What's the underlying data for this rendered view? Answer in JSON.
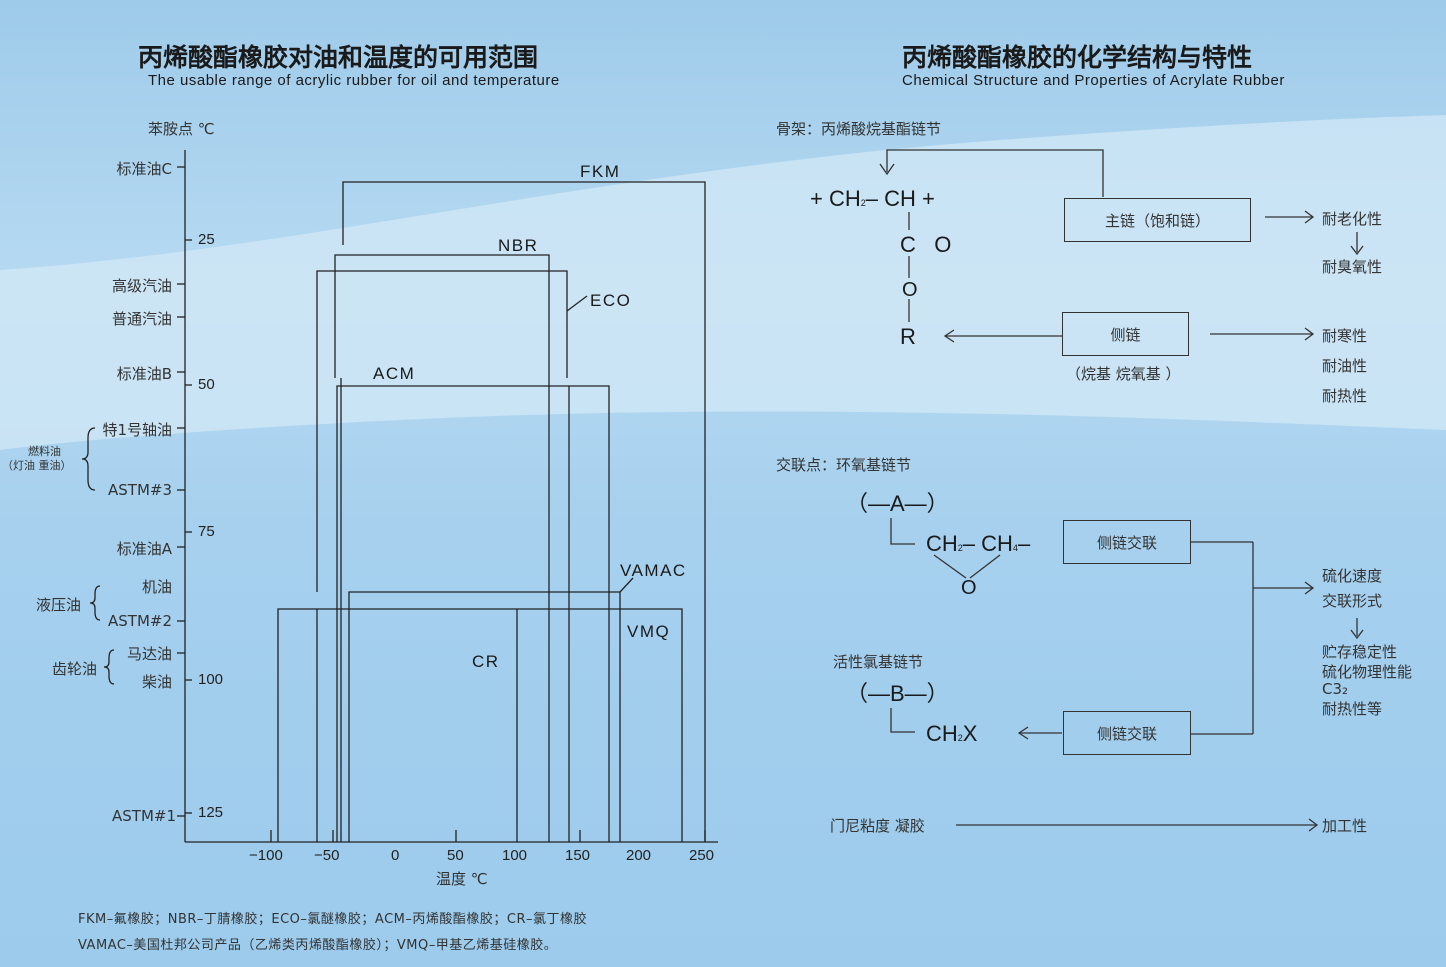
{
  "left_panel": {
    "title_cn": "丙烯酸酯橡胶对油和温度的可用范围",
    "title_en": "The usable range of acrylic rubber for oil and temperature",
    "y_axis_title": "苯胺点 ℃",
    "x_axis_title": "温度  ℃",
    "y_ticks_right": [
      "25",
      "50",
      "75",
      "100",
      "125"
    ],
    "x_ticks": [
      "−100",
      "−50",
      "0",
      "50",
      "100",
      "150",
      "200",
      "250"
    ],
    "oil_labels": {
      "std_c": "标准油C",
      "premium_gasoline": "高级汽油",
      "regular_gasoline": "普通汽油",
      "std_b": "标准油B",
      "special_axle": "特1号轴油",
      "astm3": "ASTM#3",
      "std_a": "标准油A",
      "engine_oil": "机油",
      "astm2": "ASTM#2",
      "motor_oil": "马达油",
      "diesel": "柴油",
      "astm1": "ASTM#1"
    },
    "group_labels": {
      "fuel": "燃料油",
      "fuel_sub": "（灯油  重油）",
      "hydraulic": "液压油",
      "gear": "齿轮油"
    },
    "rubber_labels": {
      "fkm": "FKM",
      "nbr": "NBR",
      "eco": "ECO",
      "acm": "ACM",
      "vamac": "VAMAC",
      "vmq": "VMQ",
      "cr": "CR"
    },
    "footnote_1": "FKM–氟橡胶；NBR–丁腈橡胶；ECO–氯醚橡胶；ACM–丙烯酸酯橡胶；CR–氯丁橡胶",
    "footnote_2": "VAMAC–美国杜邦公司产品（乙烯类丙烯酸酯橡胶）；VMQ–甲基乙烯基硅橡胶。"
  },
  "right_panel": {
    "title_cn": "丙烯酸酯橡胶的化学结构与特性",
    "title_en": "Chemical Structure and Properties of Acrylate Rubber",
    "skeleton_label": "骨架：丙烯酸烷基酯链节",
    "main_chain_box": "主链（饱和链）",
    "ageing": "耐老化性",
    "ozone": "耐臭氧性",
    "side_chain_box": "侧链",
    "side_chain_sub": "（烷基 烷氧基 ）",
    "cold": "耐寒性",
    "oil": "耐油性",
    "heat": "耐热性",
    "crosslink_label": "交联点：环氧基链节",
    "group_a": "（—A—）",
    "crosslink_box_1": "侧链交联",
    "cure_speed": "硫化速度",
    "crosslink_form": "交联形式",
    "storage": "贮存稳定性",
    "physical": "硫化物理性能",
    "c3": "C3₂",
    "heat_etc": "耐热性等",
    "active_chlorine": "活性氯基链节",
    "group_b": "（—B—）",
    "crosslink_box_2": "侧链交联",
    "mooney": "门尼粘度  凝胶",
    "processing": "加工性"
  }
}
